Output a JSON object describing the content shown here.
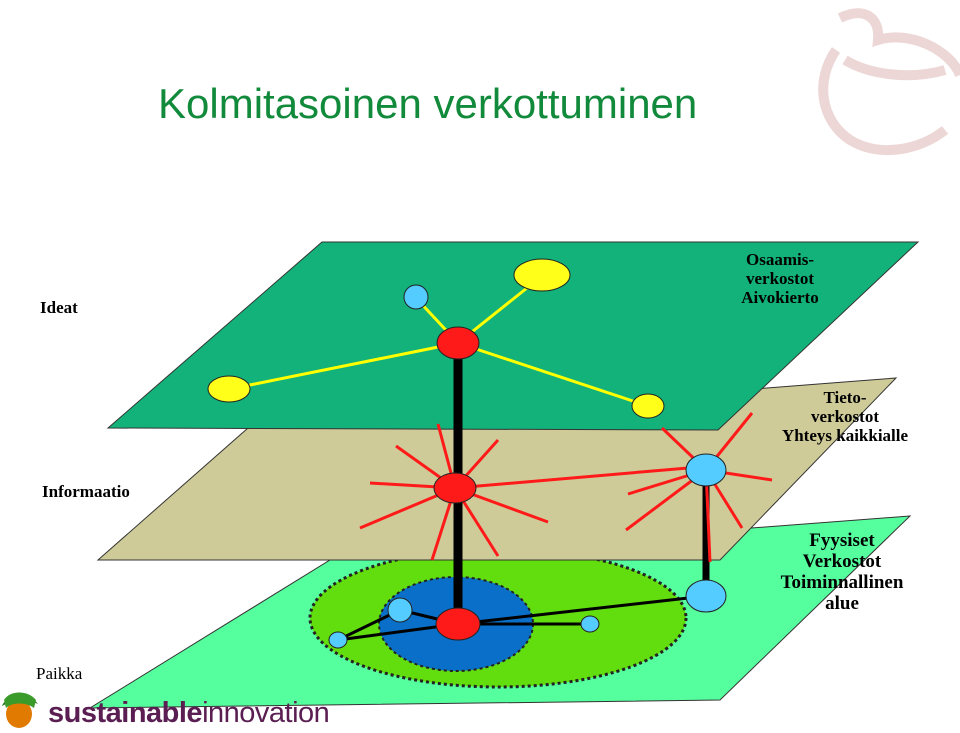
{
  "title": "Kolmitasoinen verkottuminen",
  "levels": {
    "ideat": "Ideat",
    "informaatio": "Informaatio",
    "paikka": "Paikka"
  },
  "idea_layer": [
    "Osaamis-",
    "verkostot",
    "Aivokierto"
  ],
  "info_layer": [
    "Tieto-",
    "verkostot",
    "Yhteys kaikkialle"
  ],
  "place_layer": [
    "Fyysiset",
    "Verkostot",
    "Toiminnallinen",
    "alue"
  ],
  "logo": {
    "bold": "sustainable",
    "light": "innovation"
  },
  "colors": {
    "idea_plane": "#12b27a",
    "info_plane": "#cfcb98",
    "place_plane": "#55ff9e",
    "hub": "#ff1a1a",
    "idea_node": "#ffff1a",
    "link_node": "#55ccff",
    "title": "#128a3b"
  }
}
